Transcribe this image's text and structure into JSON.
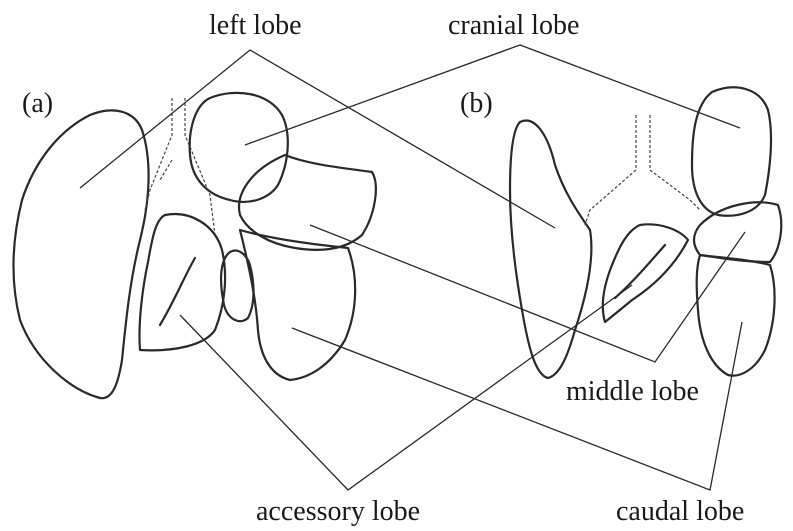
{
  "labels": {
    "panel_a": "(a)",
    "panel_b": "(b)",
    "left_lobe": "left lobe",
    "cranial_lobe": "cranial lobe",
    "middle_lobe": "middle lobe",
    "accessory_lobe": "accessory lobe",
    "caudal_lobe": "caudal lobe"
  },
  "colors": {
    "line": "#2a2a2a",
    "background": "#ffffff"
  }
}
